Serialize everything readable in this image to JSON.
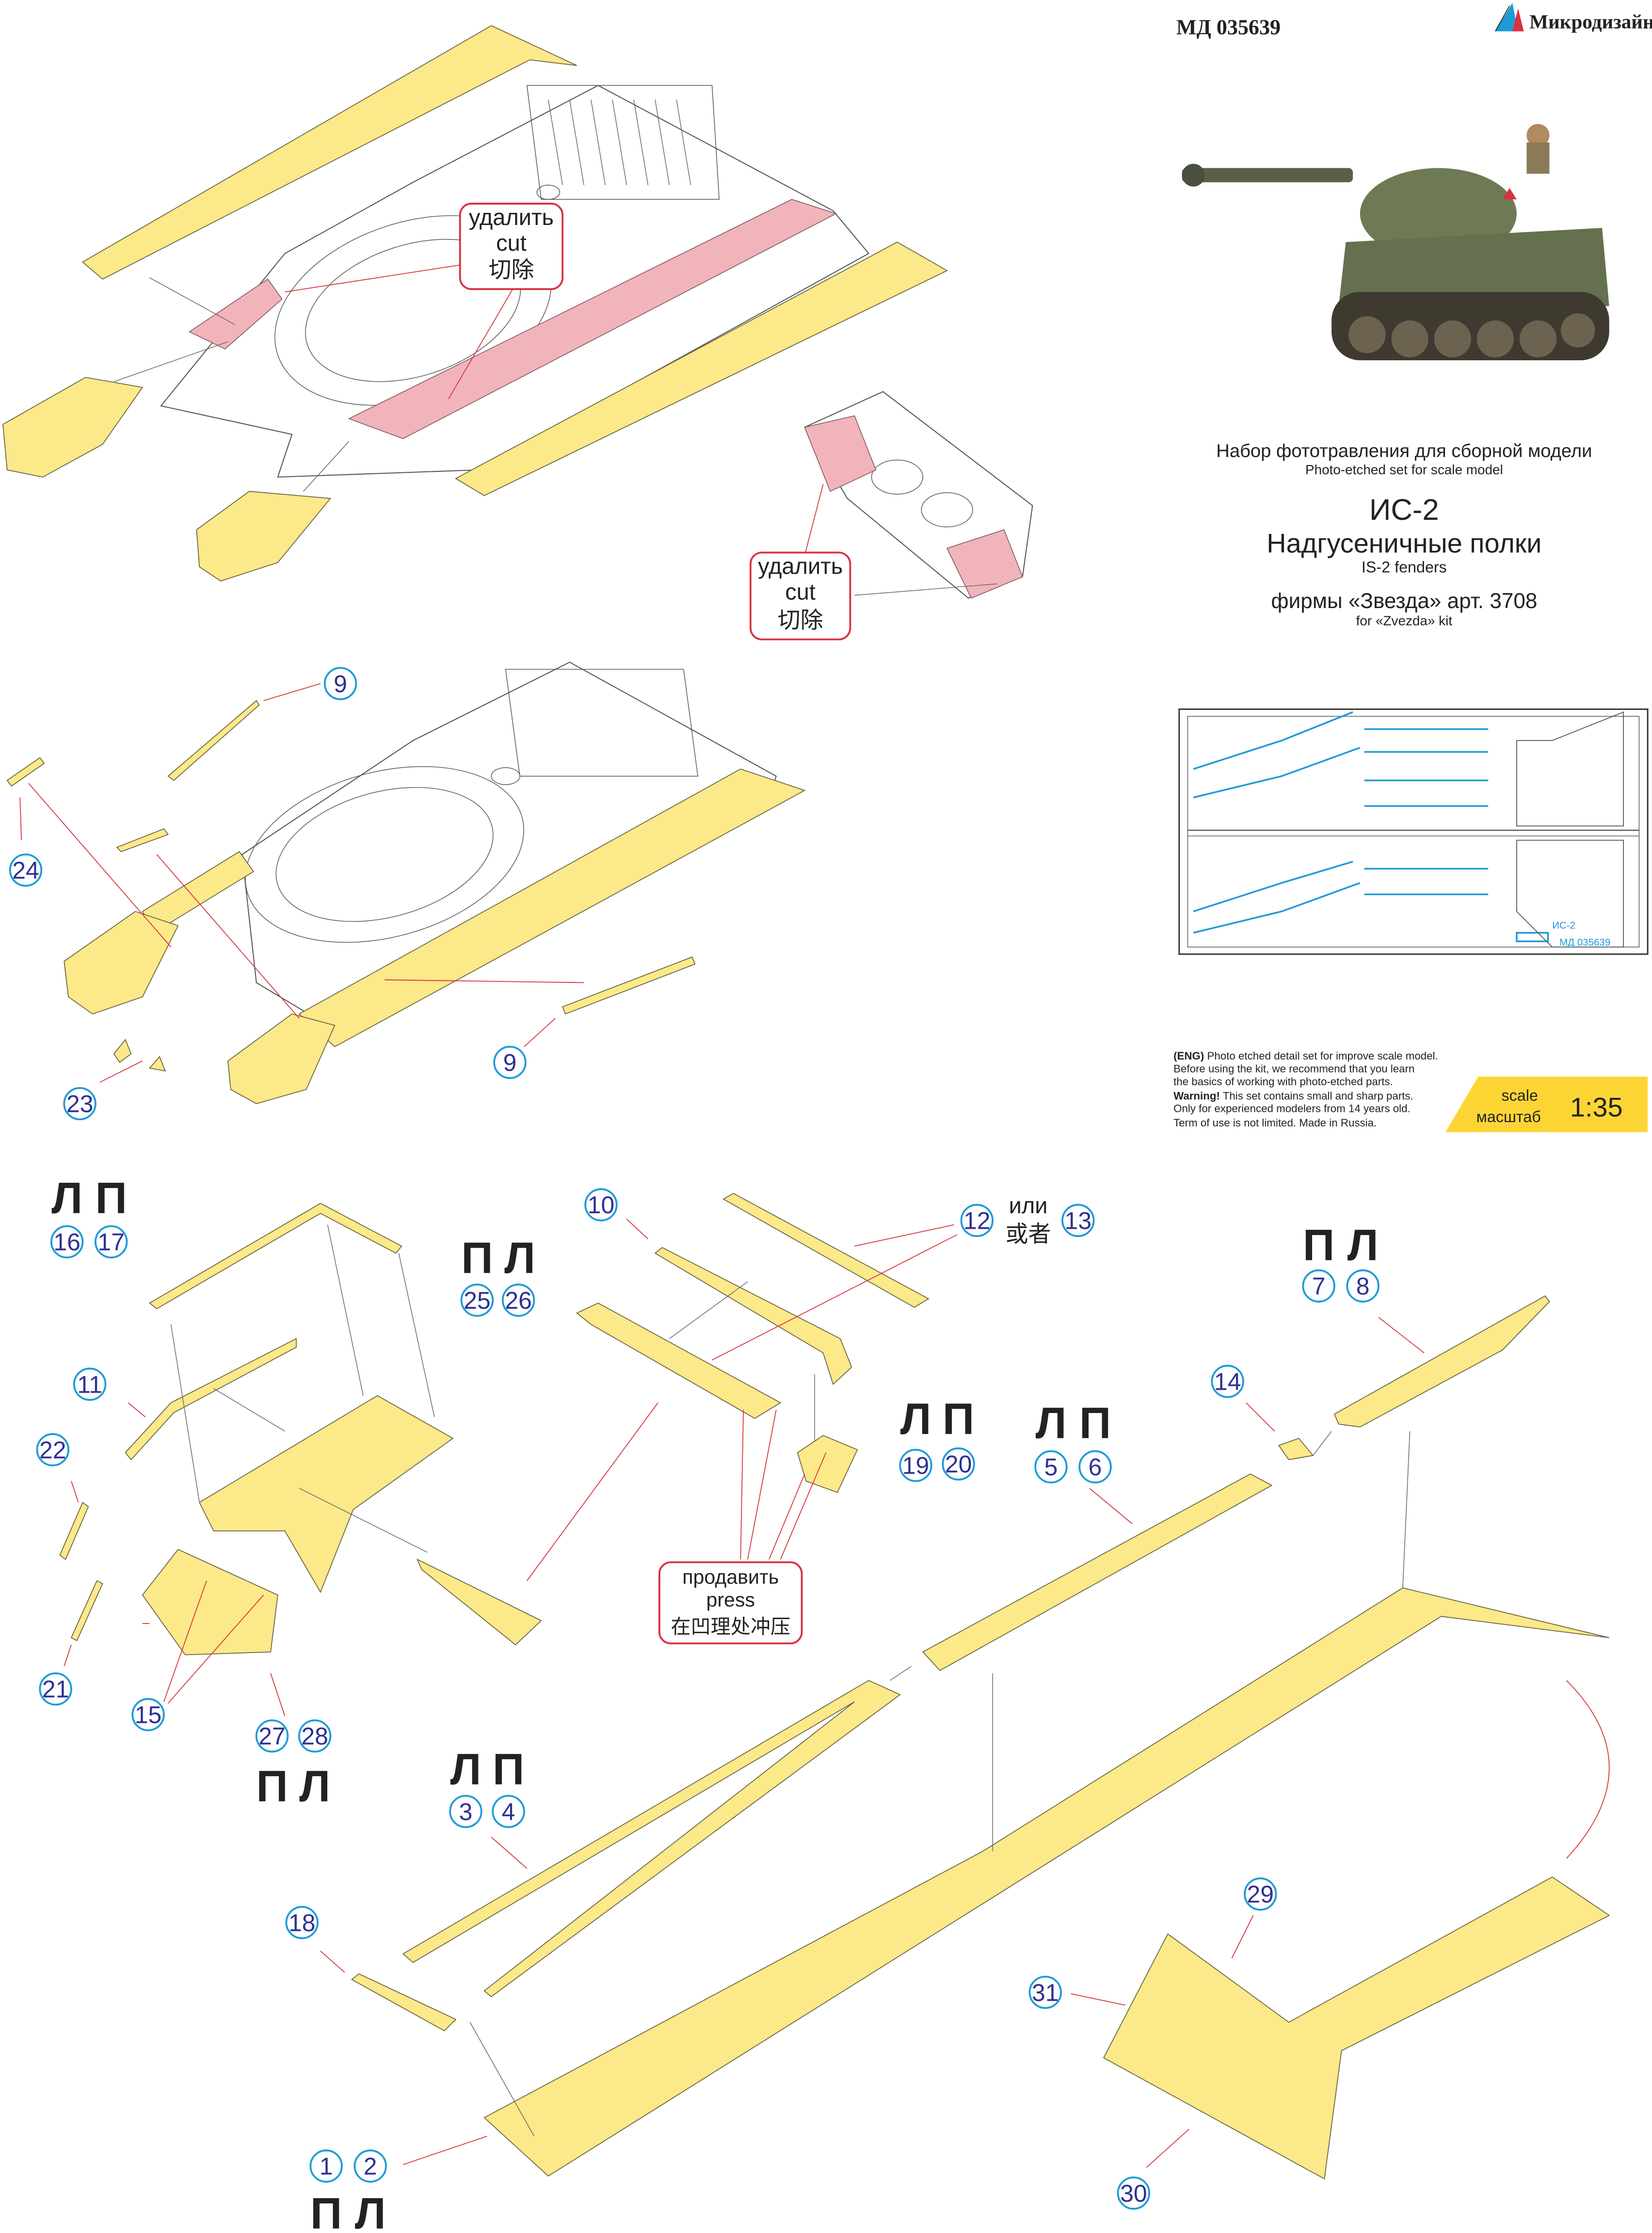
{
  "header": {
    "article": "МД 035639",
    "brand": "Микродизайн"
  },
  "title": {
    "ru_set": "Набор фототравления для сборной модели",
    "en_set": "Photo-etched set for scale model",
    "model": "ИС-2",
    "ru_name": "Надгусеничные полки",
    "en_name": "IS-2 fenders",
    "ru_kit": "фирмы «Звезда» арт. 3708",
    "en_kit": "for «Zvezda» kit"
  },
  "fret": {
    "model": "ИС-2",
    "article": "МД 035639"
  },
  "notice": {
    "eng_tag": "(ENG)",
    "line1": " Photo etched detail set for improve scale model.",
    "line2": "Before using the kit, we recommend that you learn",
    "line3": "the basics of working with photo-etched parts.",
    "warning_tag": "Warning!",
    "line4": " This set contains small and sharp parts.",
    "line5": "Only for experienced modelers from 14 years old.",
    "line6": "Term of use is not limited. Made in Russia."
  },
  "scale": {
    "label_en": "scale",
    "label_ru": "масштаб",
    "value": "1:35"
  },
  "callouts": {
    "cut": {
      "ru": "удалить",
      "en": "cut",
      "zh": "切除"
    },
    "press": {
      "ru": "продавить",
      "en": "press",
      "zh": "在凹理处冲压"
    },
    "or": {
      "ru": "или",
      "zh": "或者"
    }
  },
  "sides": {
    "left": "Л",
    "right": "П"
  },
  "parts": {
    "p1": "1",
    "p2": "2",
    "p3": "3",
    "p4": "4",
    "p5": "5",
    "p6": "6",
    "p7": "7",
    "p8": "8",
    "p9": "9",
    "p10": "10",
    "p11": "11",
    "p12": "12",
    "p13": "13",
    "p14": "14",
    "p15": "15",
    "p16": "16",
    "p17": "17",
    "p18": "18",
    "p19": "19",
    "p20": "20",
    "p21": "21",
    "p22": "22",
    "p23": "23",
    "p24": "24",
    "p25": "25",
    "p26": "26",
    "p27": "27",
    "p28": "28",
    "p29": "29",
    "p30": "30",
    "p31": "31"
  },
  "colors": {
    "part": "#fbe98a",
    "cut_area": "#f2b4bb",
    "callout": "#d9323c",
    "circle": "#1e9bd7",
    "number": "#2e3192",
    "scale_badge": "#fcd535"
  }
}
